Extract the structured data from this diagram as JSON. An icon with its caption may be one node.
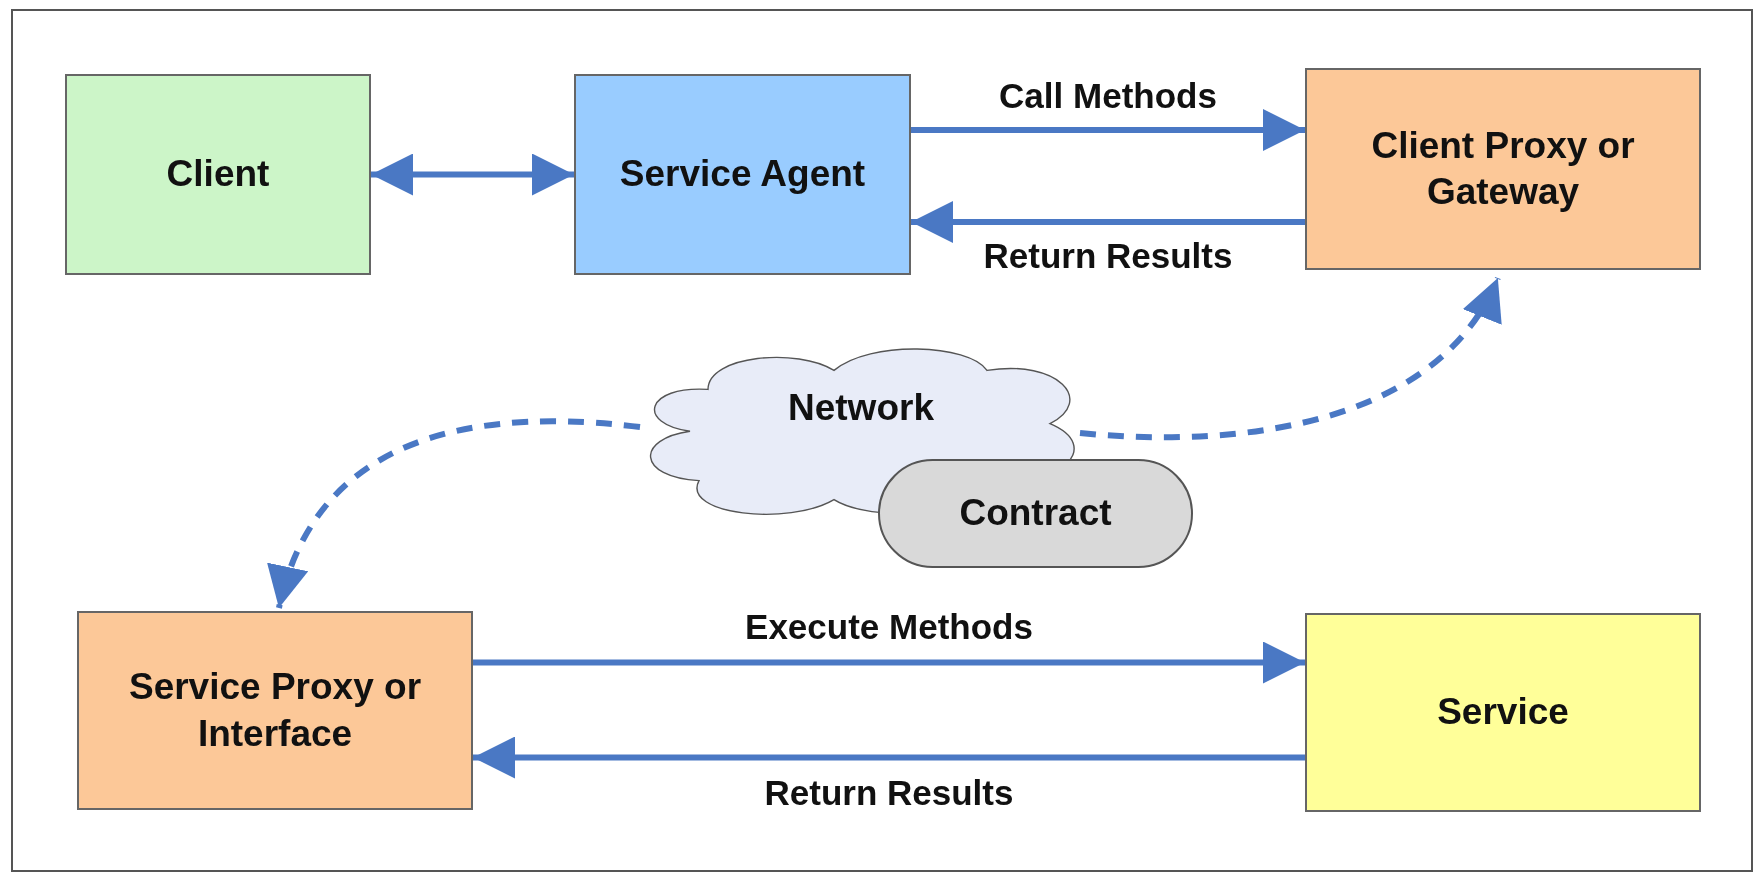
{
  "diagram": {
    "nodes": [
      {
        "text": [
          "Client"
        ]
      },
      {
        "text": [
          "Service Agent"
        ]
      },
      {
        "text": [
          "Client Proxy or Gateway"
        ]
      },
      {
        "text": [
          "Network"
        ]
      },
      {
        "text": [
          "Contract"
        ]
      },
      {
        "text": [
          "Service Proxy or Interface"
        ]
      },
      {
        "text": [
          "Service"
        ]
      }
    ],
    "edges": [
      {
        "from": 0,
        "to": 1,
        "arrow": "both"
      },
      {
        "from": 1,
        "to": 2,
        "arrow": "to",
        "label": "Call Methods"
      },
      {
        "from": 2,
        "to": 1,
        "arrow": "to",
        "label": "Return Results"
      },
      {
        "from": 3,
        "to": 2,
        "arrow": "to",
        "style": "dashed"
      },
      {
        "from": 3,
        "to": 5,
        "arrow": "to",
        "style": "dashed"
      },
      {
        "from": 5,
        "to": 6,
        "arrow": "to",
        "label": "Execute Methods"
      },
      {
        "from": 6,
        "to": 5,
        "arrow": "to",
        "label": "Return Results"
      }
    ]
  }
}
